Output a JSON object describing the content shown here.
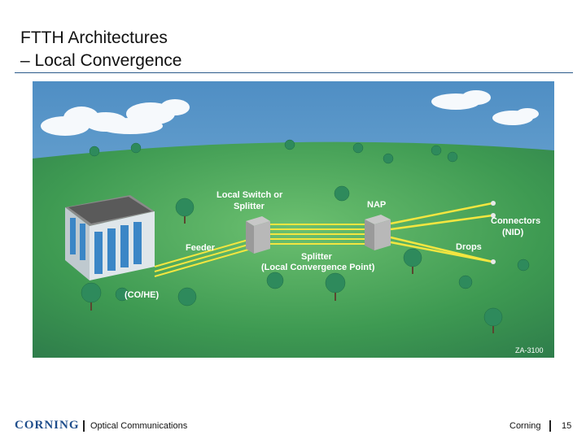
{
  "slide": {
    "title_line1": "FTTH Architectures",
    "title_line2": "– Local Convergence"
  },
  "diagram": {
    "labels": {
      "local_switch": [
        "Local Switch or",
        "Splitter"
      ],
      "nap": "NAP",
      "connectors": [
        "Connectors",
        "(NID)"
      ],
      "feeder": "Feeder",
      "drops": "Drops",
      "splitter": [
        "Splitter",
        "(Local Convergence Point)"
      ],
      "co_he": "(CO/HE)",
      "figure_id": "ZA-3100"
    },
    "colors": {
      "sky": "#5f9dcf",
      "ground": "#3f9a52",
      "fiber": "#f3e640",
      "label": "#ffffff"
    }
  },
  "footer": {
    "logo": "CORNING",
    "division": "Optical Communications",
    "company": "Corning",
    "page_number": "15"
  }
}
